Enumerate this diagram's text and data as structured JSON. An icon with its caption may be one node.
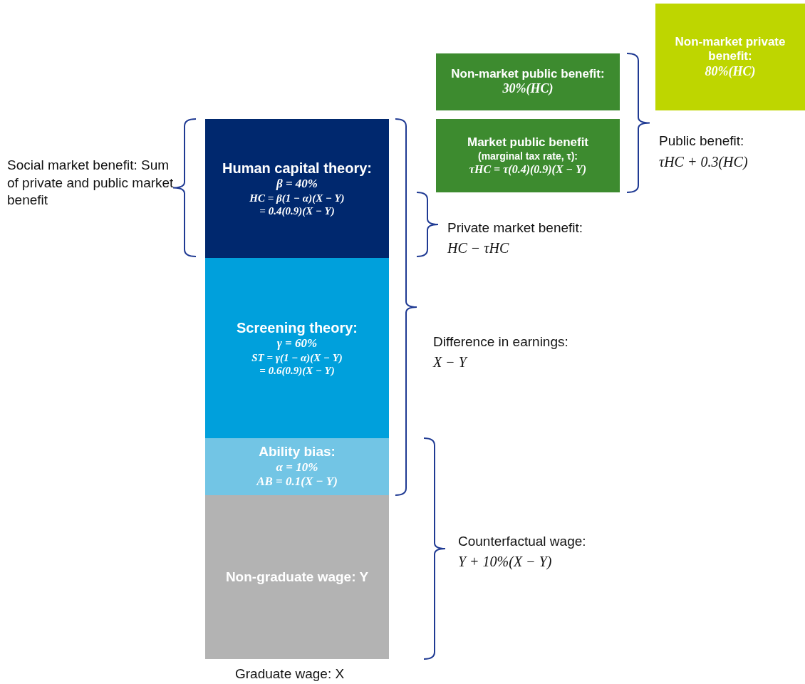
{
  "diagram": {
    "nodes": [
      {
        "text": [
          "Non-market private benefit:",
          "80%(HC)"
        ]
      },
      {
        "text": [
          "Non-market public benefit:",
          "30%(HC)"
        ]
      },
      {
        "text": [
          "Market public benefit",
          "(marginal tax rate, τ):",
          "τHC = τ(0.4)(0.9)(X − Y)"
        ]
      },
      {
        "text": [
          "Human capital theory:",
          "β = 40%",
          "HC = β(1 − α)(X − Y)",
          "= 0.4(0.9)(X − Y)"
        ]
      },
      {
        "text": [
          "Screening theory:",
          "γ = 60%",
          "ST = γ(1 − α)(X − Y)",
          "= 0.6(0.9)(X − Y)"
        ]
      },
      {
        "text": [
          "Ability bias:",
          "α = 10%",
          "AB = 0.1(X − Y)"
        ]
      },
      {
        "text": [
          "Non-graduate wage: Y"
        ]
      }
    ],
    "labels": [
      "Public benefit:",
      "τHC + 0.3(HC)",
      "Social market benefit: Sum of private and public market benefit",
      "Private market benefit:",
      "HC − τHC",
      "Difference in earnings:",
      "X − Y",
      "Counterfactual wage:",
      "Y + 10%(X − Y)",
      "Graduate wage: X"
    ]
  }
}
